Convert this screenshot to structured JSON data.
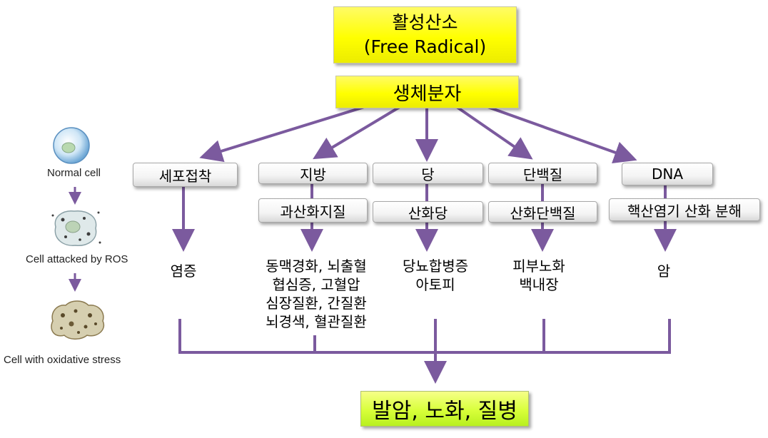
{
  "title": {
    "line1": "활성산소",
    "line2": "(Free Radical)"
  },
  "biomolecule": "생체분자",
  "targets": [
    {
      "label": "세포접착",
      "sub": "",
      "diseases": [
        "염증"
      ]
    },
    {
      "label": "지방",
      "sub": "과산화지질",
      "diseases": [
        "동맥경화, 뇌출혈",
        "협심증, 고혈압",
        "심장질환, 간질환",
        "뇌경색, 혈관질환"
      ]
    },
    {
      "label": "당",
      "sub": "산화당",
      "diseases": [
        "당뇨합병증",
        "아토피"
      ]
    },
    {
      "label": "단백질",
      "sub": "산화단백질",
      "diseases": [
        "피부노화",
        "백내장"
      ]
    },
    {
      "label": "DNA",
      "sub": "핵산염기 산화 분해",
      "diseases": [
        "암"
      ]
    }
  ],
  "outcome": "발암, 노화, 질병",
  "cell_stages": [
    "Normal cell",
    "Cell attacked by ROS",
    "Cell with oxidative stress"
  ],
  "colors": {
    "arrow": "#7b5a9e",
    "yellow": "#ffff00",
    "green": "#ccff33"
  }
}
